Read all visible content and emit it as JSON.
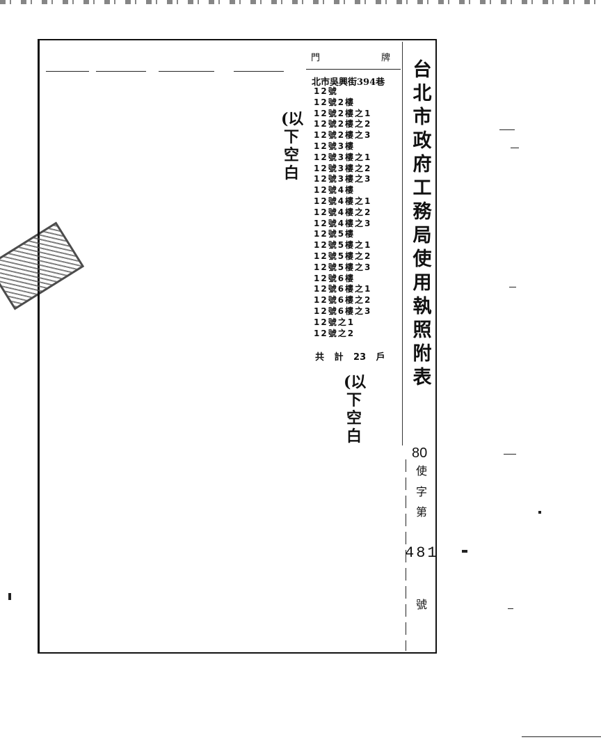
{
  "document": {
    "title_chars": [
      "台",
      "北",
      "市",
      "政",
      "府",
      "工",
      "務",
      "局",
      "使",
      "用",
      "執",
      "照",
      "附",
      "表"
    ],
    "header": {
      "left": "門",
      "right": "牌"
    },
    "street": "北市吳興街394巷",
    "addresses": [
      "12號",
      "12號2樓",
      "12號2樓之1",
      "12號2樓之2",
      "12號2樓之3",
      "12號3樓",
      "12號3樓之1",
      "12號3樓之2",
      "12號3樓之3",
      "12號4樓",
      "12號4樓之1",
      "12號4樓之2",
      "12號4樓之3",
      "12號5樓",
      "12號5樓之1",
      "12號5樓之2",
      "12號5樓之3",
      "12號6樓",
      "12號6樓之1",
      "12號6樓之2",
      "12號6樓之3",
      "12號之1",
      "12號之2"
    ],
    "total": "共 計 23 戶",
    "blank_note_chars": [
      "(以",
      "下",
      "空",
      "白"
    ],
    "permit": {
      "year": "80",
      "words": [
        "使",
        "字",
        "第"
      ],
      "number": "481",
      "suffix": "號"
    }
  }
}
